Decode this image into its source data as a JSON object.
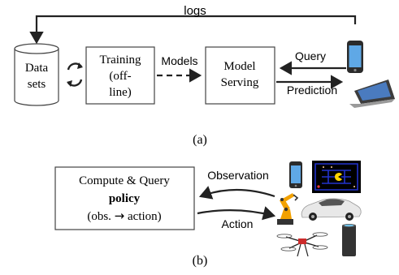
{
  "diagram_a": {
    "logs_label": "logs",
    "datastore": {
      "line1": "Data",
      "line2": "sets"
    },
    "training": {
      "line1": "Training",
      "line2": "(off-",
      "line3": "line)"
    },
    "models_label": "Models",
    "serving": {
      "line1": "Model",
      "line2": "Serving"
    },
    "query_label": "Query",
    "prediction_label": "Prediction",
    "caption": "(a)"
  },
  "diagram_b": {
    "policy_box": {
      "line1": "Compute & Query",
      "line2_bold": "policy",
      "line3_prefix": "(obs. ",
      "line3_arrow": "→",
      "line3_suffix": " action)"
    },
    "observation_label": "Observation",
    "action_label": "Action",
    "caption": "(b)"
  },
  "colors": {
    "line": "#222222",
    "box_stroke": "#444444",
    "phone_body": "#2b2b2b",
    "laptop_screen": "#4a7bbf",
    "pacman_bg": "#000000",
    "pacman_maze": "#2233cc",
    "pacman_yellow": "#ffd400",
    "robot_arm": "#f2a100",
    "car": "#e8e8e8",
    "speaker": "#333333"
  },
  "icons": [
    "phone-icon",
    "laptop-icon",
    "pacman-game-icon",
    "robot-arm-icon",
    "car-icon",
    "drone-icon",
    "smart-speaker-icon"
  ]
}
